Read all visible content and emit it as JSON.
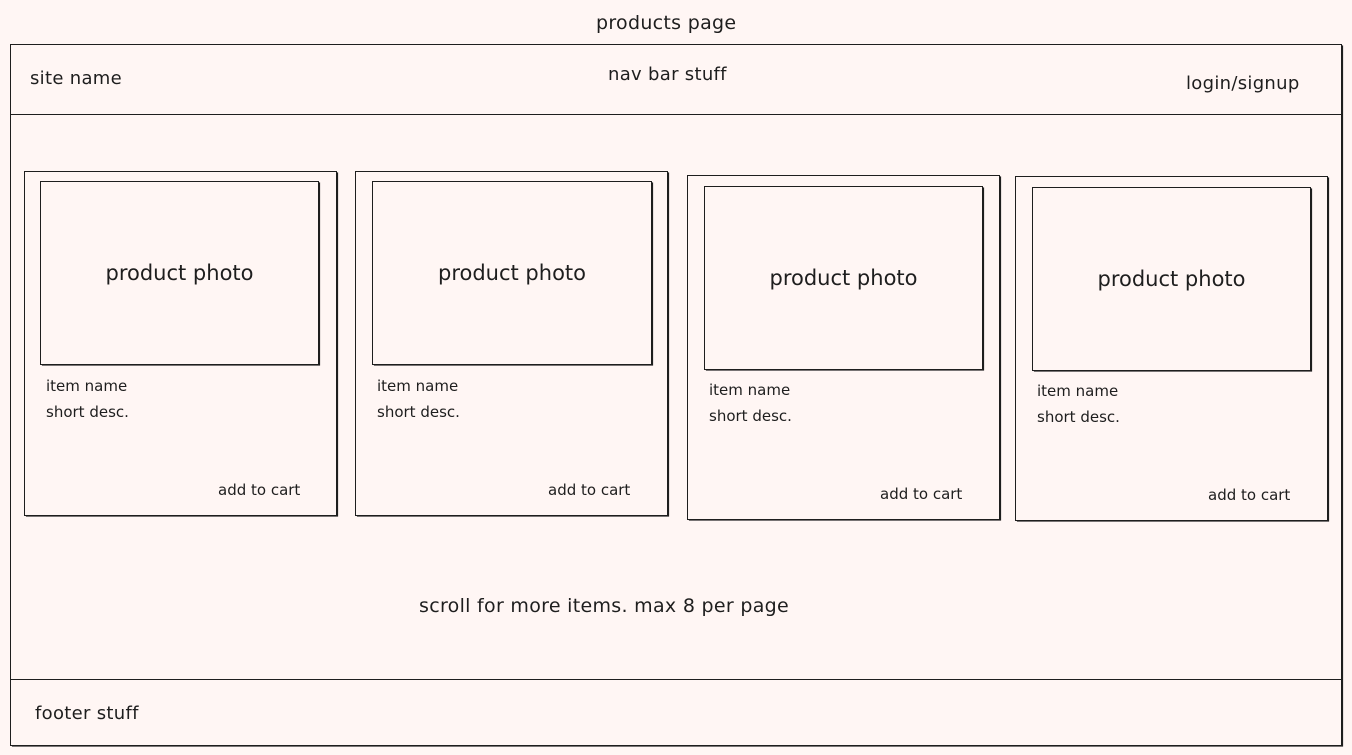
{
  "page": {
    "title": "products page"
  },
  "nav": {
    "site_name": "site name",
    "center_text": "nav bar stuff",
    "login_signup": "login/signup"
  },
  "products": [
    {
      "photo_label": "product photo",
      "item_name": "item name",
      "short_desc": "short desc.",
      "add_to_cart": "add to cart"
    },
    {
      "photo_label": "product photo",
      "item_name": "item name",
      "short_desc": "short desc.",
      "add_to_cart": "add to cart"
    },
    {
      "photo_label": "product photo",
      "item_name": "item name",
      "short_desc": "short desc.",
      "add_to_cart": "add to cart"
    },
    {
      "photo_label": "product photo",
      "item_name": "item name",
      "short_desc": "short desc.",
      "add_to_cart": "add to cart"
    }
  ],
  "main": {
    "scroll_note": "scroll for more items. max 8 per page"
  },
  "footer": {
    "text": "footer stuff"
  }
}
